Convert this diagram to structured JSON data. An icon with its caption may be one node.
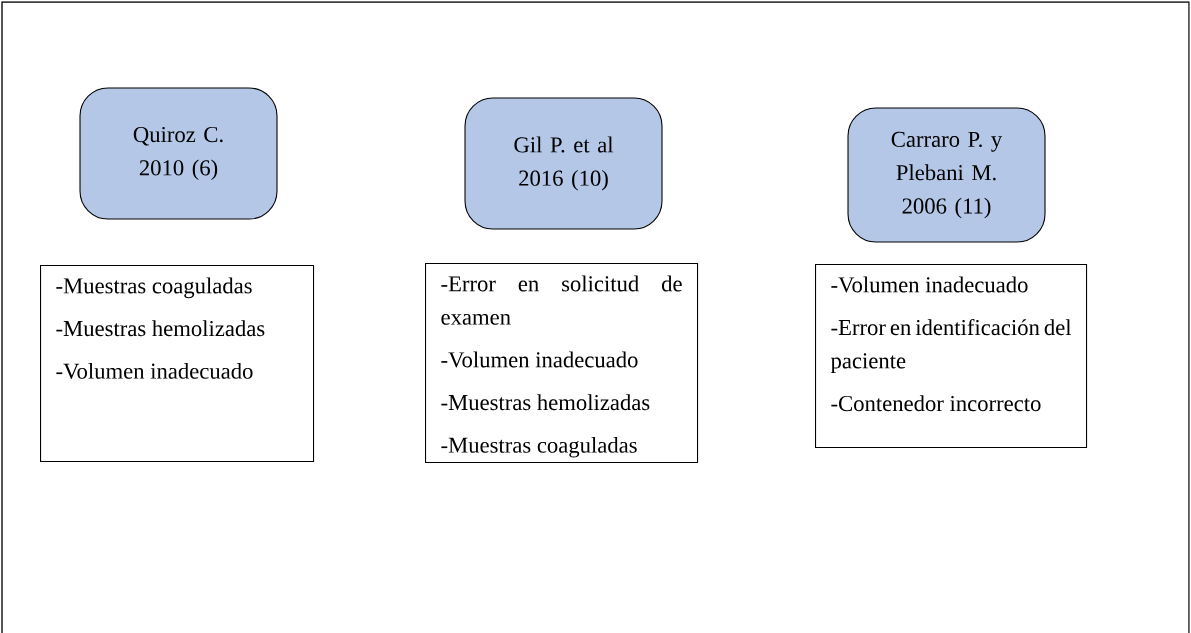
{
  "diagram": {
    "nodes": [
      {
        "text": [
          "Quiroz C. 2010 (6)"
        ]
      },
      {
        "text": [
          "Gil P. et al 2016 (10)"
        ]
      },
      {
        "text": [
          "Carraro P. y Plebani M. 2006 (11)"
        ]
      },
      {
        "text": [
          "-Muestras coaguladas",
          "-Muestras hemolizadas",
          "-Volumen inadecuado"
        ]
      },
      {
        "text": [
          "-Error en solicitud de examen",
          "-Volumen inadecuado",
          "-Muestras hemolizadas",
          "-Muestras coaguladas"
        ]
      },
      {
        "text": [
          "-Volumen inadecuado",
          "-Error en identificación del paciente",
          "-Contenedor incorrecto"
        ]
      }
    ],
    "edges": []
  }
}
